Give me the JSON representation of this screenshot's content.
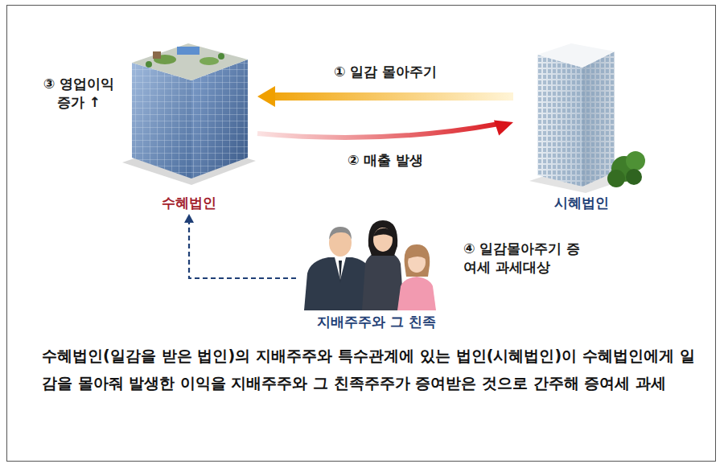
{
  "diagram": {
    "caption": "수혜법인(일감을 받은 법인)의 지배주주와 특수관계에 있는 법인(시혜법인)이 수혜법인에게 일감을 몰아줘 발생한 이익을 지배주주와 그 친족주주가 증여받은 것으로 간주해 증여세 과세",
    "nodes": [
      {
        "text": [
          "수혜법인"
        ]
      },
      {
        "text": [
          "시혜법인"
        ]
      },
      {
        "text": [
          "지배주주와 그 친족"
        ]
      }
    ],
    "edges": [
      {
        "from": 1,
        "to": 0,
        "label": "① 일감 몰아주기",
        "arrow": "to"
      },
      {
        "from": 0,
        "to": 1,
        "label": "② 매출 발생",
        "arrow": "to"
      },
      {
        "from": 2,
        "to": 0,
        "arrow": "to"
      }
    ],
    "labels": [
      "③ 영업이익 증가 ↑",
      "④ 일감몰아주기 증여세 과세대상"
    ]
  }
}
